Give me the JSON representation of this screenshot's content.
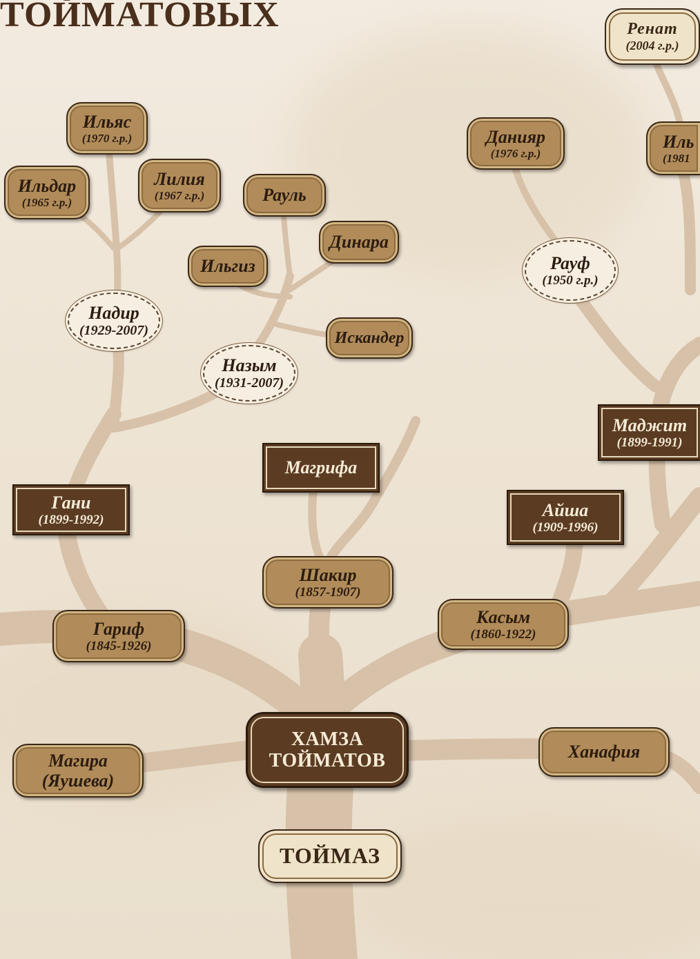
{
  "page": {
    "heading": "ТОЙМАТОВЫХ"
  },
  "root": {
    "line1": "ХАМЗА",
    "line2": "ТОЙМАТОВ"
  },
  "base": "ТОЙМАЗ",
  "nodes": {
    "renat": {
      "name": "Ренат",
      "date": "(2004 г.р.)"
    },
    "ilyas": {
      "name": "Ильяс",
      "date": "(1970 г.р.)"
    },
    "ildar": {
      "name": "Ильдар",
      "date": "(1965 г.р.)"
    },
    "liliya": {
      "name": "Лилия",
      "date": "(1967 г.р.)"
    },
    "raul": {
      "name": "Рауль"
    },
    "daniyar": {
      "name": "Данияр",
      "date": "(1976 г.р.)"
    },
    "il_partial": {
      "name": "Иль",
      "date": "(1981"
    },
    "dinara": {
      "name": "Динара"
    },
    "ilgiz": {
      "name": "Ильгиз"
    },
    "rauf": {
      "name": "Рауф",
      "date": "(1950 г.р.)"
    },
    "nadir": {
      "name": "Надир",
      "date": "(1929-2007)"
    },
    "iskander": {
      "name": "Искандер"
    },
    "nazym": {
      "name": "Назым",
      "date": "(1931-2007)"
    },
    "madzhit": {
      "name": "Маджит",
      "date": "(1899-1991)"
    },
    "magrifa": {
      "name": "Магрифа"
    },
    "gani": {
      "name": "Гани",
      "date": "(1899-1992)"
    },
    "aisha": {
      "name": "Айша",
      "date": "(1909-1996)"
    },
    "shakir": {
      "name": "Шакир",
      "date": "(1857-1907)"
    },
    "kasym": {
      "name": "Касым",
      "date": "(1860-1922)"
    },
    "garif": {
      "name": "Гариф",
      "date": "(1845-1926)"
    },
    "khanafiya": {
      "name": "Ханафия"
    },
    "magira": {
      "name": "Магира",
      "date": "(Яушева)"
    }
  },
  "colors": {
    "branch": "#d7c1a9",
    "tan_node": "#b18c5a",
    "dark_node": "#5b3c22",
    "oval_node": "#f6efe1",
    "background": "#efe6d8"
  }
}
